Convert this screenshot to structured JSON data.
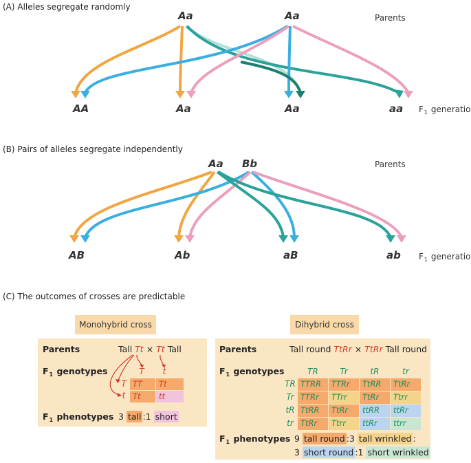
{
  "colors": {
    "orange": "#f0a642",
    "teal": "#2aa29a",
    "blue": "#3aaee0",
    "pink": "#ec9fbd",
    "panel": "#fbe6c4",
    "title_box": "#f9d9a9"
  },
  "sectionA": {
    "heading": "(A) Alleles segregate randomly",
    "parents_label": "Parents",
    "parent1": "Aa",
    "parent2": "Aa",
    "offspring": [
      "AA",
      "Aa",
      "Aa",
      "aa"
    ],
    "f1_label_pre": "F",
    "f1_label_sub": "1",
    "f1_label_post": "generation"
  },
  "sectionB": {
    "heading": "(B) Pairs of alleles segregate independently",
    "parents_label": "Parents",
    "parent1": "Aa",
    "parent2": "Bb",
    "offspring": [
      "AB",
      "Ab",
      "aB",
      "ab"
    ],
    "f1_label_pre": "F",
    "f1_label_sub": "1",
    "f1_label_post": "generation"
  },
  "sectionC": {
    "heading": "(C) The outcomes of crosses are predictable",
    "mono": {
      "title": "Monohybrid cross",
      "parents_label": "Parents",
      "parents_left": "Tall",
      "parent1": "Tt",
      "times": "×",
      "parent2": "Tt",
      "parents_right": "Tall",
      "genotypes_label_pre": "F",
      "genotypes_label_sub": "1",
      "genotypes_label_post": "genotypes",
      "col_headers": [
        "T",
        "t"
      ],
      "row_headers": [
        "T",
        "t"
      ],
      "cells": [
        [
          "TT",
          "Tt"
        ],
        [
          "Tt",
          "tt"
        ]
      ],
      "phenotypes_label_pre": "F",
      "phenotypes_label_sub": "1",
      "phenotypes_label_post": "phenotypes",
      "pheno_n1": "3",
      "pheno_t1": "tall",
      "pheno_sep": ":",
      "pheno_n2": "1",
      "pheno_t2": "short"
    },
    "di": {
      "title": "Dihybrid cross",
      "parents_label": "Parents",
      "parents_left": "Tall round",
      "parent1": "TtRr",
      "times": "×",
      "parent2": "TtRr",
      "parents_right": "Tall round",
      "genotypes_label_pre": "F",
      "genotypes_label_sub": "1",
      "genotypes_label_post": "genotypes",
      "col_headers": [
        "TR",
        "Tr",
        "tR",
        "tr"
      ],
      "row_headers": [
        "TR",
        "Tr",
        "tR",
        "tr"
      ],
      "cells": [
        [
          "TTRR",
          "TTRr",
          "TtRR",
          "TtRr"
        ],
        [
          "TTRr",
          "TTrr",
          "TtRr",
          "Ttrr"
        ],
        [
          "TtRR",
          "TtRr",
          "ttRR",
          "ttRr"
        ],
        [
          "TtRr",
          "Ttrr",
          "ttRr",
          "ttrr"
        ]
      ],
      "cell_phenotypes": [
        [
          "tall-round",
          "tall-round",
          "tall-round",
          "tall-round"
        ],
        [
          "tall-round",
          "tall-wrinkled",
          "tall-round",
          "tall-wrinkled"
        ],
        [
          "tall-round",
          "tall-round",
          "short-round",
          "short-round"
        ],
        [
          "tall-round",
          "tall-wrinkled",
          "short-round",
          "short-wrinkled"
        ]
      ],
      "phenotypes_label_pre": "F",
      "phenotypes_label_sub": "1",
      "phenotypes_label_post": "phenotypes",
      "pheno_n1": "9",
      "pheno_t1": "tall round",
      "pheno_sep1": ":",
      "pheno_n2": "3",
      "pheno_t2": "tall wrinkled",
      "pheno_sep2": ":",
      "pheno_n3": "3",
      "pheno_t3": "short round",
      "pheno_sep3": ":",
      "pheno_n4": "1",
      "pheno_t4": "short wrinkled"
    }
  }
}
